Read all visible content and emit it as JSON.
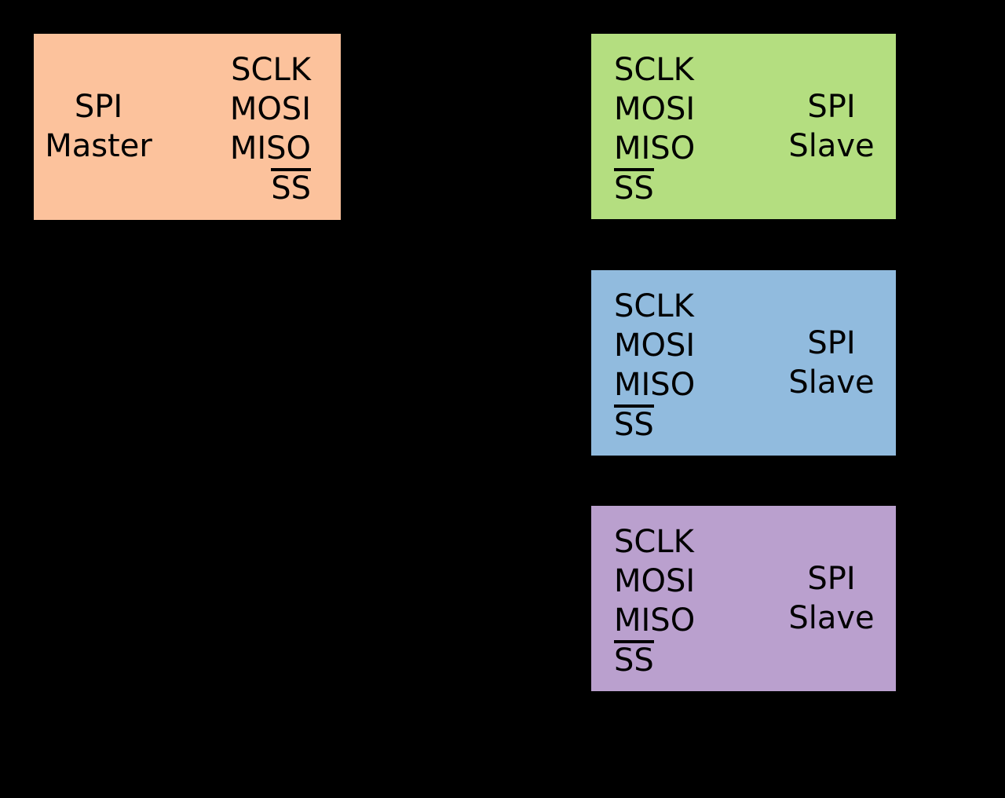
{
  "background_color": "#000000",
  "text_color": "#000000",
  "master": {
    "role_line1": "SPI",
    "role_line2": "Master",
    "pins": [
      "SCLK",
      "MOSI",
      "MISO",
      "SS"
    ],
    "ss_overline": true,
    "color": "#FCC29C"
  },
  "slaves": [
    {
      "role_line1": "SPI",
      "role_line2": "Slave",
      "pins": [
        "SCLK",
        "MOSI",
        "MISO",
        "SS"
      ],
      "ss_overline": true,
      "color": "#B4DE80"
    },
    {
      "role_line1": "SPI",
      "role_line2": "Slave",
      "pins": [
        "SCLK",
        "MOSI",
        "MISO",
        "SS"
      ],
      "ss_overline": true,
      "color": "#91BBDE"
    },
    {
      "role_line1": "SPI",
      "role_line2": "Slave",
      "pins": [
        "SCLK",
        "MOSI",
        "MISO",
        "SS"
      ],
      "ss_overline": true,
      "color": "#BAA0CE"
    }
  ]
}
